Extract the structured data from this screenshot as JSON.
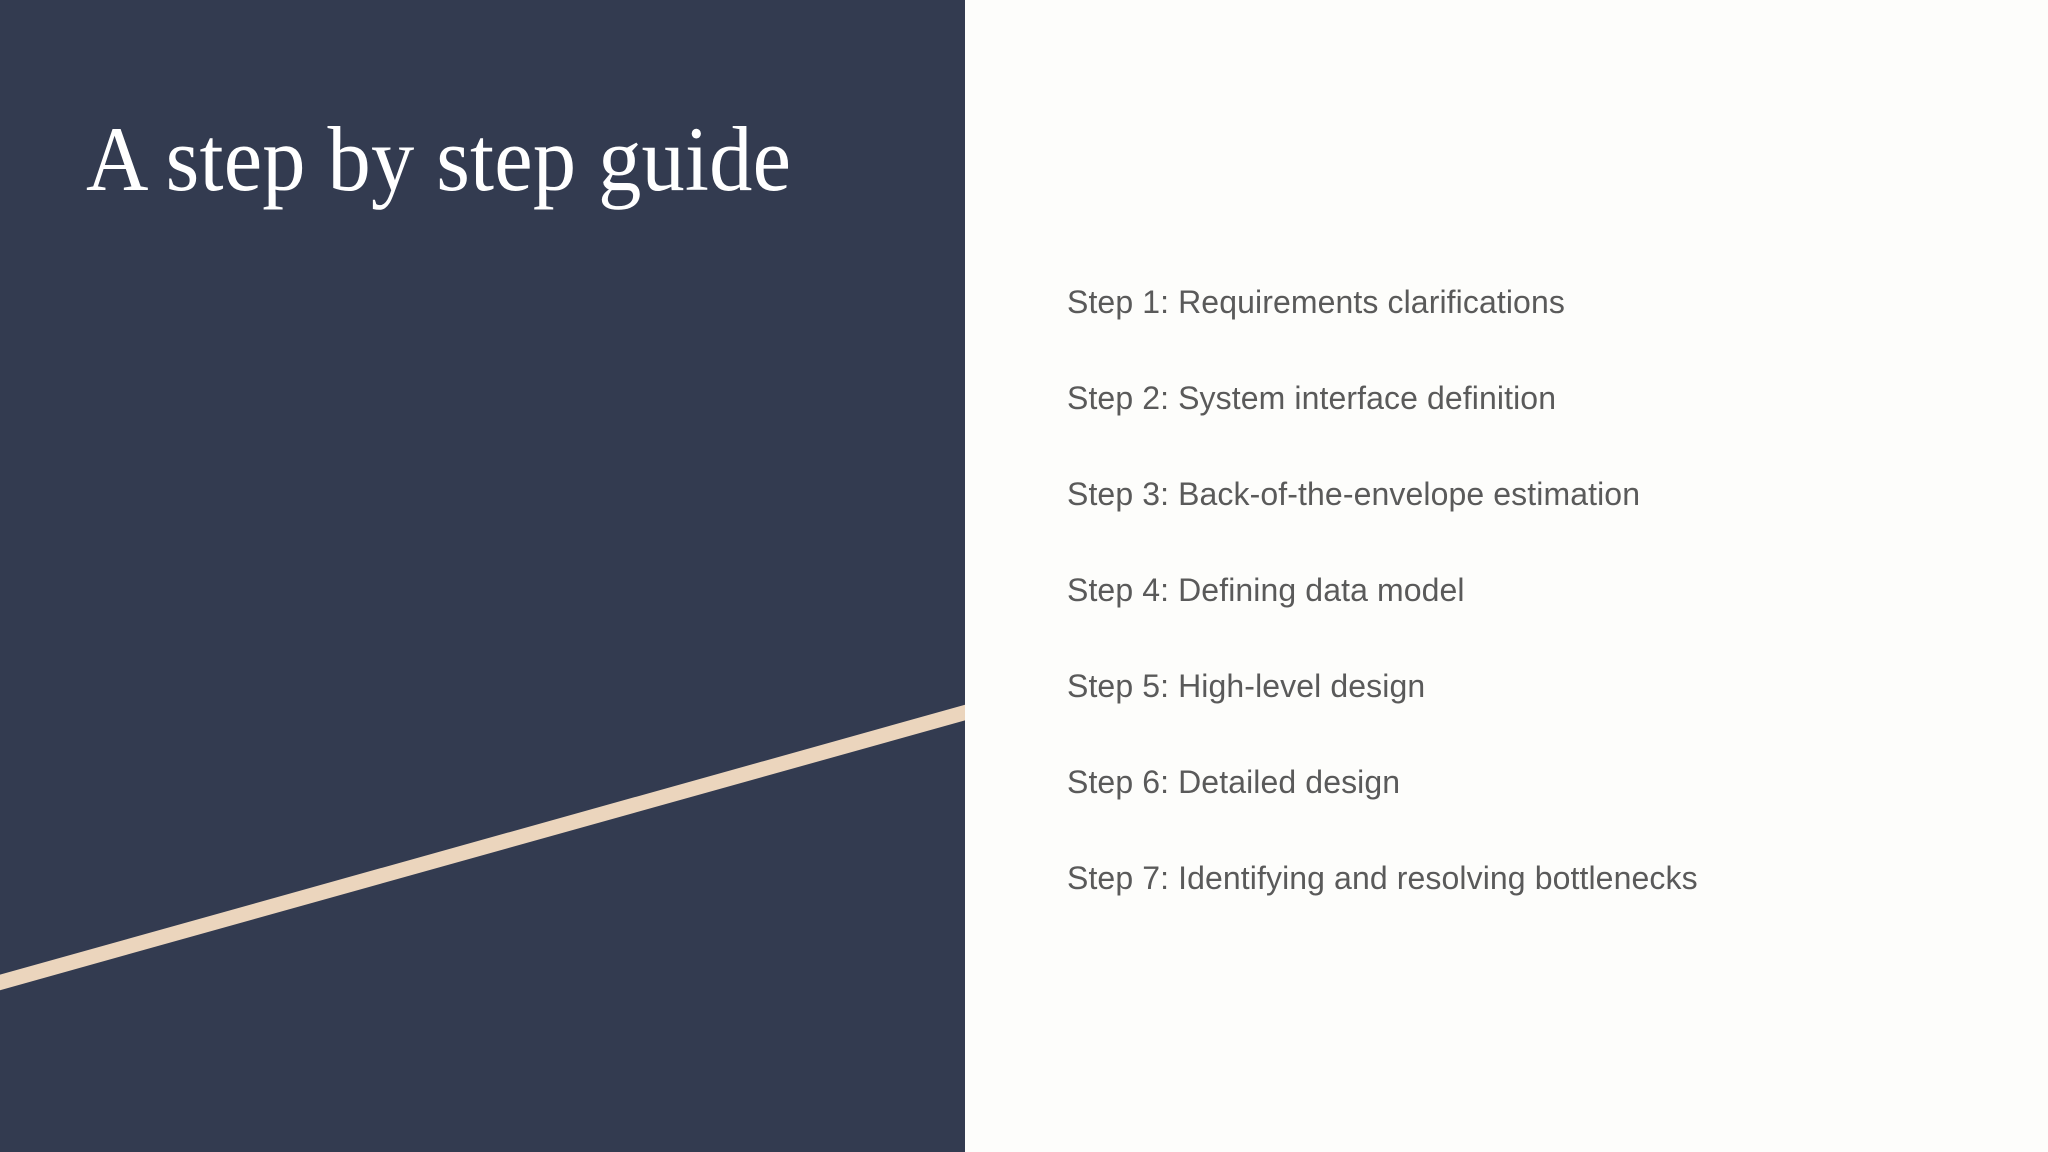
{
  "slide": {
    "title": "A step by step guide",
    "theme": {
      "panel_dark": "#333B50",
      "panel_light": "#FDFDFB",
      "accent_stripe": "#EBD5BD",
      "title_color": "#FFFFFF",
      "body_text_color": "#5A5A5A"
    }
  },
  "steps": [
    {
      "label": "Step 1: Requirements clarifications"
    },
    {
      "label": "Step 2: System interface definition"
    },
    {
      "label": "Step 3: Back-of-the-envelope estimation"
    },
    {
      "label": "Step 4: Defining data model"
    },
    {
      "label": "Step 5: High-level design"
    },
    {
      "label": "Step 6: Detailed design"
    },
    {
      "label": "Step 7: Identifying and resolving bottlenecks"
    }
  ]
}
